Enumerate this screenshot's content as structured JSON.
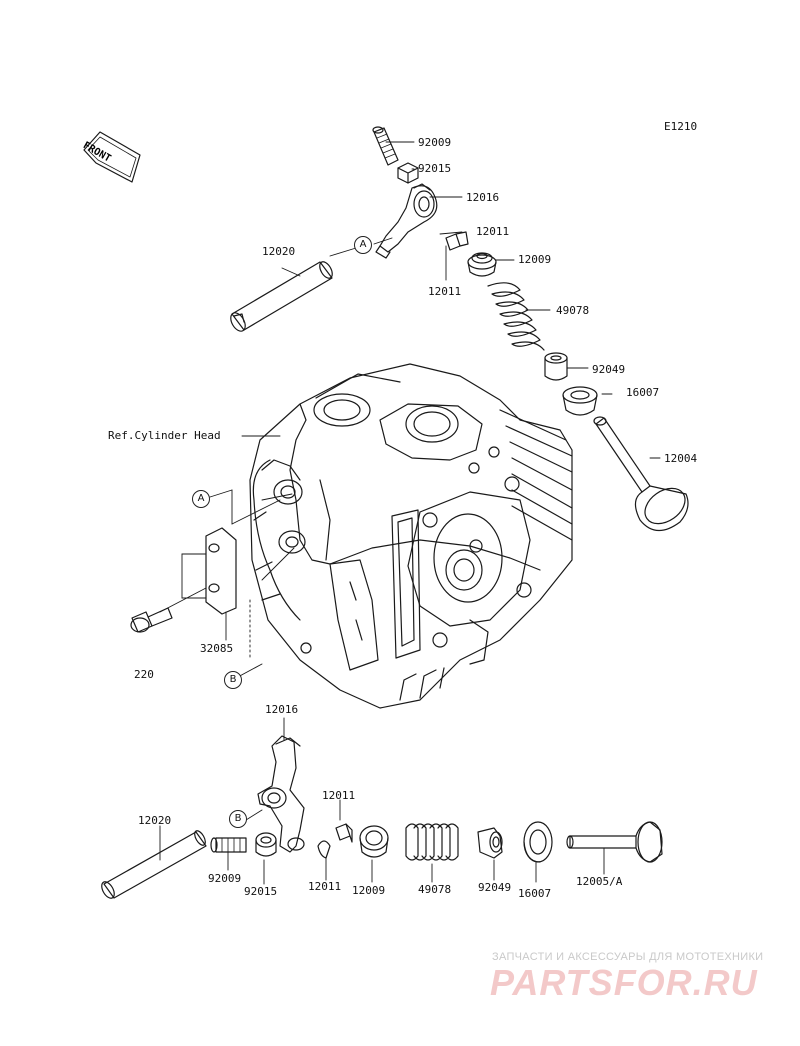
{
  "diagram_code": "E1210",
  "front_label": "FRONT",
  "reference_label": "Ref.Cylinder Head",
  "circle_markers": {
    "a": "A",
    "b": "B"
  },
  "part_numbers": {
    "p92009_top": "92009",
    "p92015_top": "92015",
    "p12016_top": "12016",
    "p12011_top_right": "12011",
    "p12011_top_left": "12011",
    "p12009_top": "12009",
    "p12020_top": "12020",
    "p49078_top": "49078",
    "p92049_top": "92049",
    "p16007_top": "16007",
    "p12004": "12004",
    "p32085": "32085",
    "p220": "220",
    "p12016_bottom": "12016",
    "p12011_bottom_top": "12011",
    "p12020_bottom": "12020",
    "p92009_bottom": "92009",
    "p92015_bottom": "92015",
    "p12011_bottom": "12011",
    "p12009_bottom": "12009",
    "p49078_bottom": "49078",
    "p92049_bottom": "92049",
    "p16007_bottom": "16007",
    "p12005A": "12005/A"
  },
  "watermark": {
    "tagline": "ЗАПЧАСТИ И АКСЕССУАРЫ ДЛЯ МОТОТЕХНИКИ",
    "logo": "PARTSFOR.RU"
  }
}
